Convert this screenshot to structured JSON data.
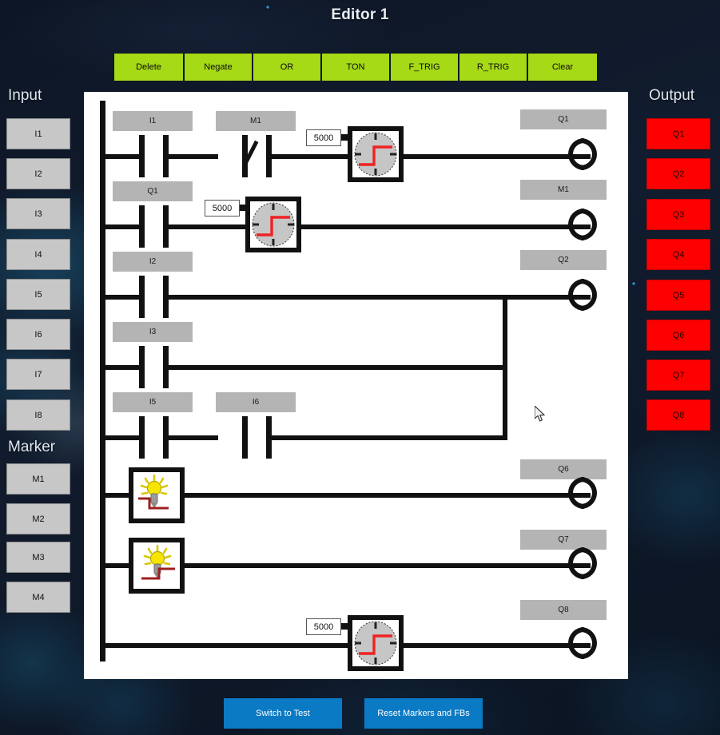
{
  "window": {
    "title": "Editor 1"
  },
  "toolbar": {
    "buttons": [
      {
        "label": "Delete",
        "name": "delete-button"
      },
      {
        "label": "Negate",
        "name": "negate-button"
      },
      {
        "label": "OR",
        "name": "or-button"
      },
      {
        "label": "TON",
        "name": "ton-button"
      },
      {
        "label": "F_TRIG",
        "name": "f-trig-button"
      },
      {
        "label": "R_TRIG",
        "name": "r-trig-button"
      },
      {
        "label": "Clear",
        "name": "clear-button"
      }
    ]
  },
  "input_panel": {
    "heading": "Input",
    "items": [
      "I1",
      "I2",
      "I3",
      "I4",
      "I5",
      "I6",
      "I7",
      "I8"
    ]
  },
  "marker_panel": {
    "heading": "Marker",
    "items": [
      "M1",
      "M2",
      "M3",
      "M4"
    ]
  },
  "output_panel": {
    "heading": "Output",
    "items": [
      "Q1",
      "Q2",
      "Q3",
      "Q4",
      "Q5",
      "Q6",
      "Q7",
      "Q8"
    ]
  },
  "footer": {
    "switch_to_test": "Switch to Test",
    "reset_markers": "Reset Markers and FBs"
  },
  "colors": {
    "toolbar_green": "#a6d916",
    "output_red": "#fe0000",
    "input_gray": "#c7c7c7",
    "label_gray": "#b4b4b4",
    "footer_blue": "#0b7ac4",
    "background": "#101a2b",
    "canvas": "#ffffff",
    "wire": "#111111",
    "timer_accent": "#ee2222"
  },
  "ladder": {
    "rungs": [
      {
        "id": "rung-1",
        "elements": [
          {
            "type": "contact-no",
            "label": "I1"
          },
          {
            "type": "contact-nc",
            "label": "M1"
          },
          {
            "type": "ton",
            "preset": "5000"
          }
        ],
        "coil": "Q1"
      },
      {
        "id": "rung-2",
        "elements": [
          {
            "type": "contact-no",
            "label": "Q1"
          },
          {
            "type": "ton",
            "preset": "5000"
          }
        ],
        "coil": "M1"
      },
      {
        "id": "rung-3",
        "branches": [
          [
            {
              "type": "contact-no",
              "label": "I2"
            }
          ],
          [
            {
              "type": "contact-no",
              "label": "I3"
            }
          ],
          [
            {
              "type": "contact-no",
              "label": "I5"
            },
            {
              "type": "contact-no",
              "label": "I6"
            }
          ]
        ],
        "coil": "Q2"
      },
      {
        "id": "rung-4",
        "elements": [
          {
            "type": "r-trig"
          }
        ],
        "coil": "Q6"
      },
      {
        "id": "rung-5",
        "elements": [
          {
            "type": "f-trig"
          }
        ],
        "coil": "Q7"
      },
      {
        "id": "rung-6",
        "elements": [
          {
            "type": "ton",
            "preset": "5000"
          }
        ],
        "coil": "Q8"
      }
    ],
    "presets": [
      "5000",
      "5000",
      "5000"
    ]
  }
}
